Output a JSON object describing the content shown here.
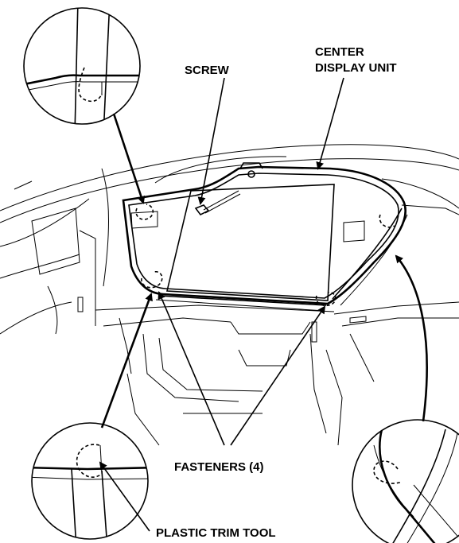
{
  "labels": {
    "screw": "SCREW",
    "center_display_unit_line1": "CENTER",
    "center_display_unit_line2": "DISPLAY UNIT",
    "fasteners": "FASTENERS (4)",
    "plastic_trim_tool": "PLASTIC TRIM TOOL"
  },
  "colors": {
    "line": "#000000",
    "background": "#ffffff"
  }
}
